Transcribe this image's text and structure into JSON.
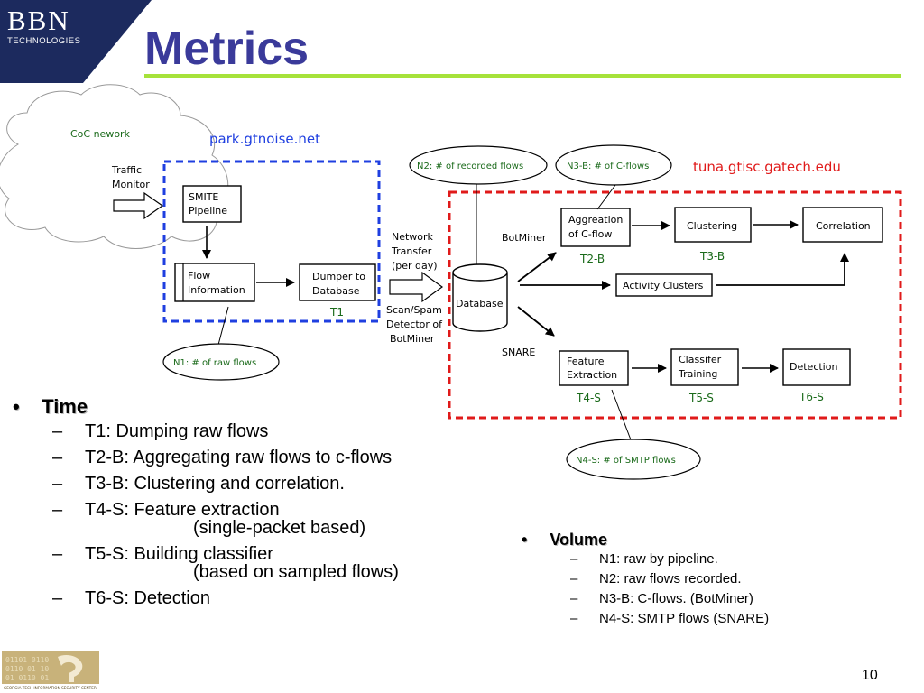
{
  "header": {
    "logo_main": "BBN",
    "logo_sub": "TECHNOLOGIES",
    "title": "Metrics",
    "brand_color": "#1c2a5e",
    "title_color": "#3a3a9a",
    "rule_color": "#a6e23a"
  },
  "diagram": {
    "coc_network": "CoC nework",
    "traffic_monitor": [
      "Traffic",
      "Monitor"
    ],
    "park_host": "park.gtnoise.net",
    "tuna_host": "tuna.gtisc.gatech.edu",
    "smite_pipeline": [
      "SMITE",
      "Pipeline"
    ],
    "flow_information": [
      "Flow",
      "Information"
    ],
    "dumper": [
      "Dumper to",
      "Database"
    ],
    "t1": "T1",
    "network_transfer": [
      "Network",
      "Transfer",
      "(per day)"
    ],
    "scan_spam": [
      "Scan/Spam",
      "Detector of",
      "BotMiner"
    ],
    "database": "Database",
    "botminer": "BotMiner",
    "snare": "SNARE",
    "aggregation": [
      "Aggreation",
      "of C-flow"
    ],
    "clustering": "Clustering",
    "correlation": "Correlation",
    "activity_clusters": "Activity Clusters",
    "feature_extraction": [
      "Feature",
      "Extraction"
    ],
    "classifier_training": [
      "Classifer",
      "Training"
    ],
    "detection": "Detection",
    "t2b": "T2-B",
    "t3b": "T3-B",
    "t4s": "T4-S",
    "t5s": "T5-S",
    "t6s": "T6-S",
    "n1": "N1: # of raw flows",
    "n2": "N2: # of recorded flows",
    "n3b": "N3-B: # of C-flows",
    "n4s": "N4-S: # of SMTP flows",
    "blue_color": "#1f3fe0",
    "red_color": "#e01a1a",
    "green_text_color": "#1a6a1a"
  },
  "time": {
    "heading": "Time",
    "items": [
      {
        "line": "T1: Dumping raw flows",
        "cont": ""
      },
      {
        "line": "T2-B: Aggregating raw flows to c-flows",
        "cont": ""
      },
      {
        "line": "T3-B: Clustering and correlation.",
        "cont": ""
      },
      {
        "line": "T4-S: Feature extraction",
        "cont": "(single-packet based)"
      },
      {
        "line": "T5-S: Building classifier",
        "cont": "(based on sampled flows)"
      },
      {
        "line": "T6-S: Detection",
        "cont": ""
      }
    ]
  },
  "volume": {
    "heading": "Volume",
    "items": [
      "N1: raw by pipeline.",
      "N2: raw flows recorded.",
      "N3-B: C-flows. (BotMiner)",
      "N4-S: SMTP flows (SNARE)"
    ]
  },
  "footer": {
    "gtisc": "GEORGIA TECH INFORMATION SECURITY CENTER",
    "page_number": "10"
  }
}
